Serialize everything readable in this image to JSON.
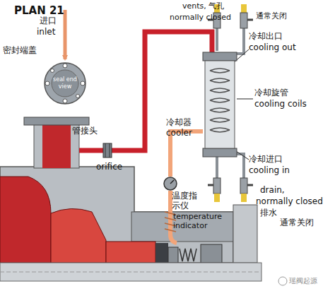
{
  "diagram": {
    "title": "PLAN 21",
    "nodes": [
      {
        "text": [
          "seal end view"
        ]
      },
      {
        "text": [
          "管接头",
          "orifice"
        ]
      },
      {
        "text": [
          "冷却器",
          "cooler"
        ]
      },
      {
        "text": [
          "温度指示仪",
          "temperature indicator"
        ]
      }
    ],
    "edges": [
      {
        "from": 1,
        "to": 2,
        "arrow": "none"
      },
      {
        "from": 2,
        "to": 3,
        "arrow": "none"
      }
    ],
    "labels": [
      "进口",
      "inlet",
      "密封端盖",
      "vents, 气孔",
      "normally closed",
      "通常关闭",
      "冷却出口",
      "cooling out",
      "冷却旋管",
      "cooling coils",
      "冷却进口",
      "cooling in",
      "drain,",
      "normally closed",
      "排水",
      "通常关闭",
      "瑶阀起源"
    ]
  }
}
